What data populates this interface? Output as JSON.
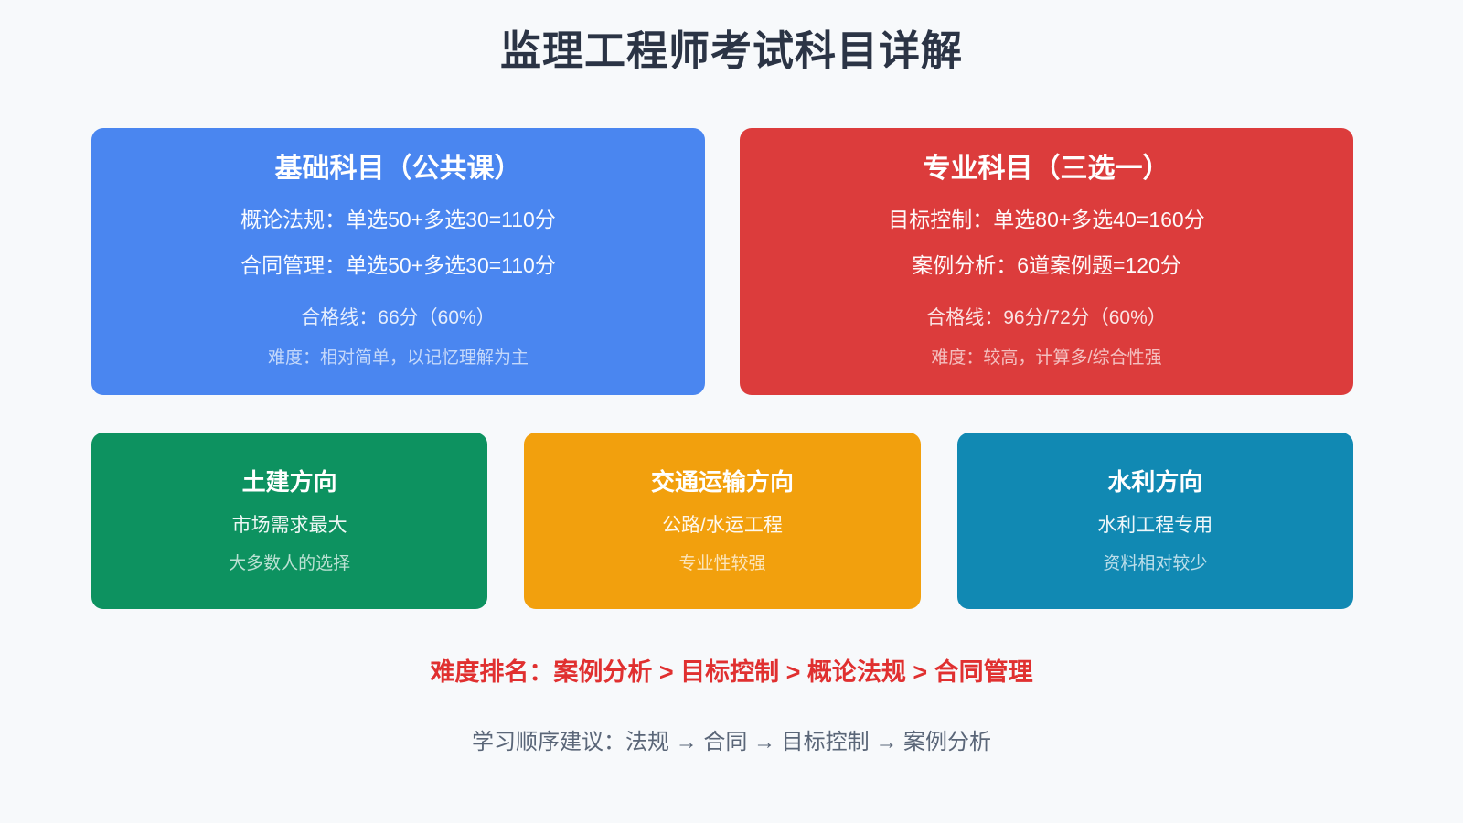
{
  "title": "监理工程师考试科目详解",
  "colors": {
    "background": "#f7f9fb",
    "title_text": "#2b3445",
    "basic_card": "#4a86f0",
    "major_card": "#dc3c3c",
    "civil_card": "#0d9260",
    "transport_card": "#f2a00d",
    "water_card": "#1189b3",
    "rank_text": "#e03030",
    "order_text": "#5a6678"
  },
  "top_cards": [
    {
      "title": "基础科目（公共课）",
      "lines": [
        "概论法规：单选50+多选30=110分",
        "合同管理：单选50+多选30=110分"
      ],
      "pass_line": "合格线：66分（60%）",
      "difficulty": "难度：相对简单，以记忆理解为主",
      "color": "#4a86f0"
    },
    {
      "title": "专业科目（三选一）",
      "lines": [
        "目标控制：单选80+多选40=160分",
        "案例分析：6道案例题=120分"
      ],
      "pass_line": "合格线：96分/72分（60%）",
      "difficulty": "难度：较高，计算多/综合性强",
      "color": "#dc3c3c"
    }
  ],
  "direction_cards": [
    {
      "title": "土建方向",
      "subtitle": "市场需求最大",
      "note": "大多数人的选择",
      "color": "#0d9260"
    },
    {
      "title": "交通运输方向",
      "subtitle": "公路/水运工程",
      "note": "专业性较强",
      "color": "#f2a00d"
    },
    {
      "title": "水利方向",
      "subtitle": "水利工程专用",
      "note": "资料相对较少",
      "color": "#1189b3"
    }
  ],
  "footer": {
    "difficulty_ranking": "难度排名：案例分析 > 目标控制 > 概论法规 > 合同管理",
    "study_order": "学习顺序建议：法规 → 合同 → 目标控制 → 案例分析"
  }
}
